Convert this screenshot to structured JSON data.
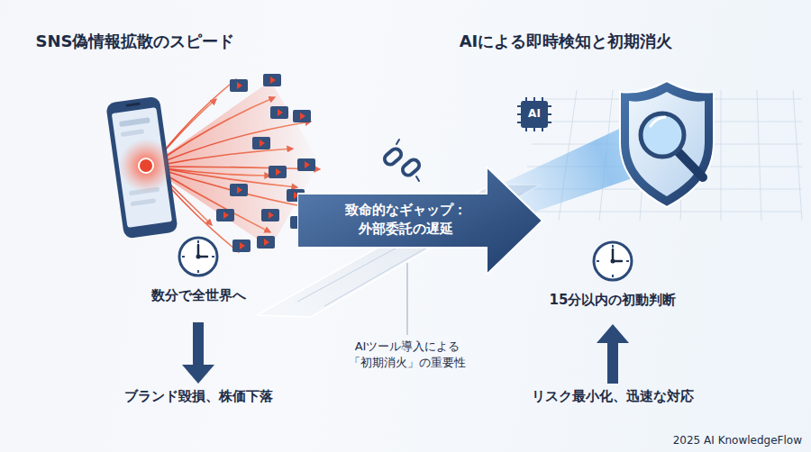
{
  "diagram": {
    "nodes": [
      {
        "text": [
          "致命的なギャップ： 外部委託の遅延"
        ]
      }
    ],
    "labels": [
      "SNS偽情報拡散のスピード",
      "AIによる即時検知と初期消火",
      "数分で全世界へ",
      "ブランド毀損、株価下落",
      "AIツール導入による 「初期消火」の重要性",
      "AI",
      "15分以内の初動判断",
      "リスク最小化、迅速な対応",
      "2025 AI KnowledgeFlow"
    ]
  }
}
